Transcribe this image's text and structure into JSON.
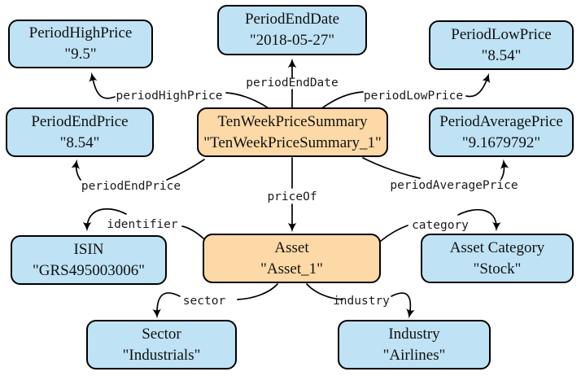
{
  "diagram": {
    "colors": {
      "literal_fill": "#bfe2f5",
      "instance_fill": "#fcd9a6",
      "edge_line": "#000000"
    },
    "nodes": [
      {
        "id": "period-high-price",
        "label": "PeriodHighPrice",
        "value": "\"9.5\"",
        "kind": "literal"
      },
      {
        "id": "period-end-date",
        "label": "PeriodEndDate",
        "value": "\"2018-05-27\"",
        "kind": "literal"
      },
      {
        "id": "period-low-price",
        "label": "PeriodLowPrice",
        "value": "\"8.54\"",
        "kind": "literal"
      },
      {
        "id": "period-end-price",
        "label": "PeriodEndPrice",
        "value": "\"8.54\"",
        "kind": "literal"
      },
      {
        "id": "ten-week-price-summary",
        "label": "TenWeekPriceSummary",
        "value": "\"TenWeekPriceSummary_1\"",
        "kind": "instance"
      },
      {
        "id": "period-average-price",
        "label": "PeriodAveragePrice",
        "value": "\"9.1679792\"",
        "kind": "literal"
      },
      {
        "id": "isin",
        "label": "ISIN",
        "value": "\"GRS495003006\"",
        "kind": "literal"
      },
      {
        "id": "asset",
        "label": "Asset",
        "value": "\"Asset_1\"",
        "kind": "instance"
      },
      {
        "id": "asset-category",
        "label": "Asset Category",
        "value": "\"Stock\"",
        "kind": "literal"
      },
      {
        "id": "sector",
        "label": "Sector",
        "value": "\"Industrials\"",
        "kind": "literal"
      },
      {
        "id": "industry",
        "label": "Industry",
        "value": "\"Airlines\"",
        "kind": "literal"
      }
    ],
    "edges": [
      {
        "label": "periodHighPrice",
        "from": "ten-week-price-summary",
        "to": "period-high-price"
      },
      {
        "label": "periodEndDate",
        "from": "ten-week-price-summary",
        "to": "period-end-date"
      },
      {
        "label": "periodLowPrice",
        "from": "ten-week-price-summary",
        "to": "period-low-price"
      },
      {
        "label": "periodEndPrice",
        "from": "ten-week-price-summary",
        "to": "period-end-price"
      },
      {
        "label": "periodAveragePrice",
        "from": "ten-week-price-summary",
        "to": "period-average-price"
      },
      {
        "label": "priceOf",
        "from": "ten-week-price-summary",
        "to": "asset"
      },
      {
        "label": "identifier",
        "from": "asset",
        "to": "isin"
      },
      {
        "label": "category",
        "from": "asset",
        "to": "asset-category"
      },
      {
        "label": "sector",
        "from": "asset",
        "to": "sector"
      },
      {
        "label": "industry",
        "from": "asset",
        "to": "industry"
      }
    ]
  }
}
